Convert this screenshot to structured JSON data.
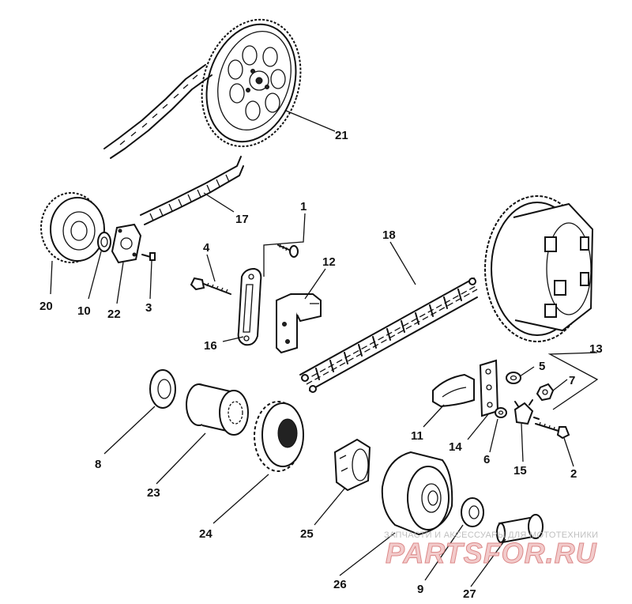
{
  "labels": {
    "p1": "1",
    "p2": "2",
    "p3": "3",
    "p4": "4",
    "p5": "5",
    "p6": "6",
    "p7": "7",
    "p8": "8",
    "p9": "9",
    "p10": "10",
    "p11": "11",
    "p12": "12",
    "p13": "13",
    "p14": "14",
    "p15": "15",
    "p16": "16",
    "p17": "17",
    "p18": "18",
    "p20": "20",
    "p21": "21",
    "p22": "22",
    "p23": "23",
    "p24": "24",
    "p25": "25",
    "p26": "26",
    "p27": "27"
  },
  "watermark": {
    "tagline": "ЗАПЧАСТИ И АКСЕССУАРЫ ДЛЯ МОТОТЕХНИКИ",
    "brand": "PARTSFOR.RU"
  }
}
